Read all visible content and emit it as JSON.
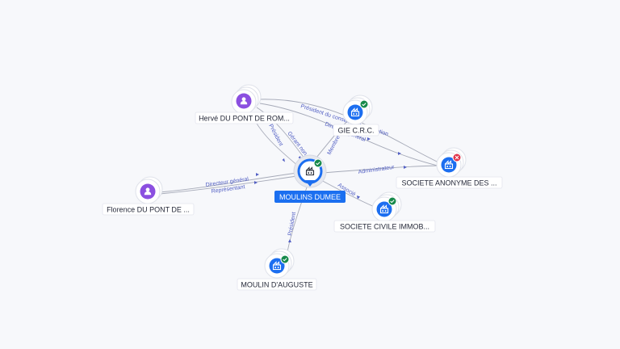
{
  "colors": {
    "person": "#8b4fe0",
    "company": "#1c6ef0",
    "active": "#16894a",
    "inactive": "#e0344b",
    "edge_label": "#5360c4",
    "main_label_bg": "#1b6ff0"
  },
  "icons": {
    "person": "person-icon",
    "company": "building-icon",
    "active_badge": "check-badge-icon",
    "inactive_badge": "cross-badge-icon"
  },
  "nodes": {
    "herve": {
      "label": "Hervé DU PONT DE ROM...",
      "type": "person"
    },
    "florence": {
      "label": "Florence DU PONT DE ...",
      "type": "person"
    },
    "gie": {
      "label": "GIE C.R.C.",
      "type": "company",
      "status": "active"
    },
    "sa": {
      "label": "SOCIETE ANONYME DES ...",
      "type": "company",
      "status": "inactive"
    },
    "moulins": {
      "label": "MOULINS DUMEE",
      "type": "company",
      "status": "active",
      "main": true
    },
    "sci": {
      "label": "SOCIETE CIVILE IMMOB...",
      "type": "company",
      "status": "active"
    },
    "auguste": {
      "label": "MOULIN D'AUGUSTE",
      "type": "company",
      "status": "active"
    }
  },
  "edges": {
    "herve_sa_1": "Président du conseil d'administration",
    "herve_sa_2": "Directeur général",
    "herve_moulins_1": "Président",
    "herve_moulins_2": "Gérant non associé",
    "moulins_gie": "Membre",
    "florence_moulins_1": "Directeur général",
    "florence_moulins_2": "Représentant",
    "moulins_sa": "Administrateur",
    "moulins_sci": "Associé",
    "auguste_moulins": "Président"
  }
}
